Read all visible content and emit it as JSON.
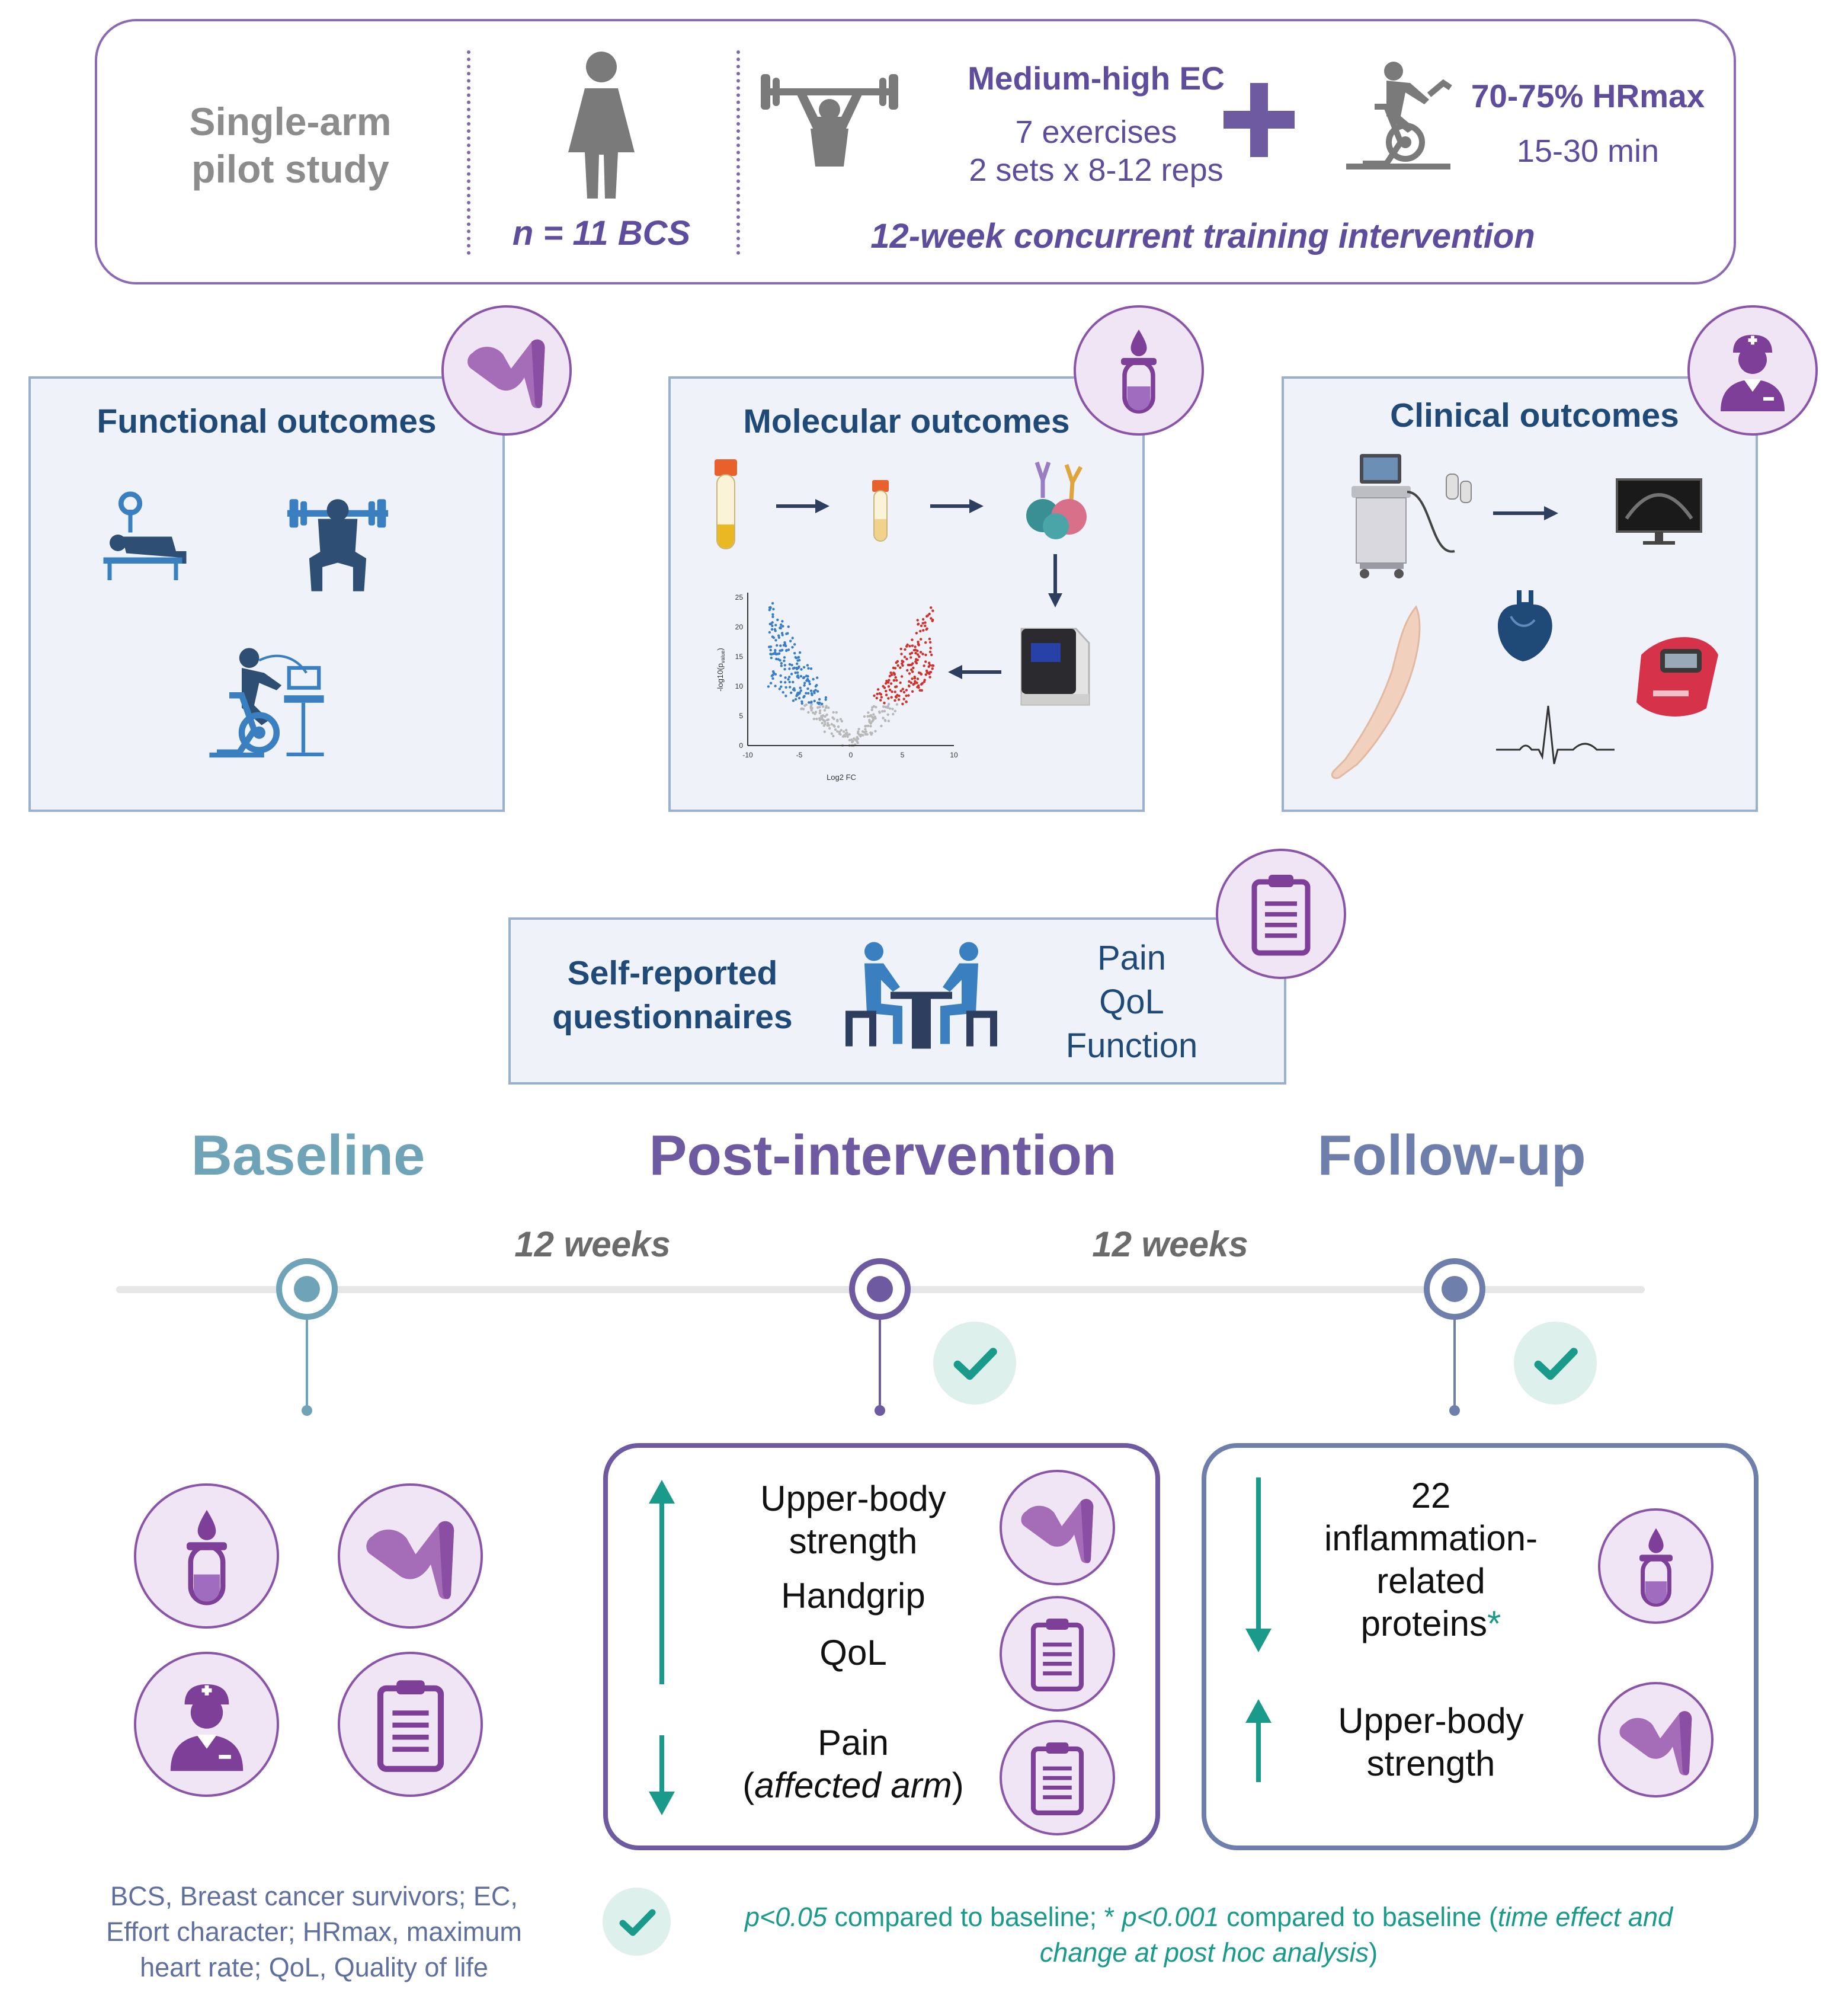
{
  "design": {
    "study_box": {
      "label_line1": "Single-arm",
      "label_line2": "pilot study",
      "participants": "n = 11 BCS",
      "resistance_title": "Medium-high EC",
      "resistance_line1": "7 exercises",
      "resistance_line2": "2 sets x 8-12 reps",
      "aerobic_title": "70-75% HRmax",
      "aerobic_line1": "15-30 min",
      "intervention": "12-week concurrent training intervention"
    }
  },
  "outcomes": {
    "functional": {
      "title": "Functional outcomes",
      "badge_icon": "flexed-arm-icon"
    },
    "molecular": {
      "title": "Molecular outcomes",
      "badge_icon": "blood-tube-icon",
      "volcano": {
        "ylabel": "-log10(p",
        "ylabel_sub": "value",
        "ylabel_end": ")",
        "xlabel": "Log2 FC",
        "xticks": [
          "-10",
          "-5",
          "0",
          "5",
          "10"
        ],
        "yticks": [
          "0",
          "5",
          "10",
          "15",
          "20",
          "25"
        ]
      }
    },
    "clinical": {
      "title": "Clinical outcomes",
      "badge_icon": "doctor-icon"
    },
    "questionnaires": {
      "title_line1": "Self-reported",
      "title_line2": "questionnaires",
      "items": [
        "Pain",
        "QoL",
        "Function"
      ],
      "badge_icon": "clipboard-icon"
    }
  },
  "timeline": {
    "phases": [
      "Baseline",
      "Post-intervention",
      "Follow-up"
    ],
    "intervals": [
      "12 weeks",
      "12 weeks"
    ],
    "colors": {
      "baseline": "#6fa3b8",
      "post": "#6d5aa0",
      "follow": "#6f7fac",
      "teal": "#1a9a8a",
      "purple": "#7e3f98"
    }
  },
  "post_results": {
    "up_line1": "Upper-body",
    "up_line2": "strength",
    "up_line3": "Handgrip",
    "up_line4": "QoL",
    "down_line1": "Pain",
    "down_line2_open": "(",
    "down_line2_italic": "affected arm",
    "down_line2_close": ")"
  },
  "follow_results": {
    "down_line1": "22",
    "down_line2": "inflammation-",
    "down_line3": "related",
    "down_line4": "proteins",
    "down_star": "*",
    "up_line1": "Upper-body",
    "up_line2": "strength"
  },
  "footnote": {
    "abbr_line1": "BCS, Breast cancer survivors; EC,",
    "abbr_line2": "Effort character; HRmax, maximum",
    "abbr_line3": "heart rate; QoL, Quality of life",
    "sig_a_italic": "p<0.05",
    "sig_b": " compared to baseline; * ",
    "sig_c_italic": "p<0.001",
    "sig_d": " compared to baseline (",
    "sig_e_italic": "time effect and",
    "sig_f_italic": "change at post hoc analysis",
    "sig_g": ")"
  }
}
